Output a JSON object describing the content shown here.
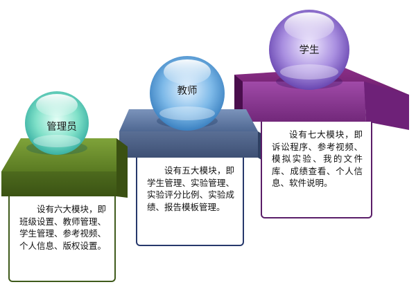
{
  "modules": [
    {
      "role": "管理员",
      "description": "设有六大模块，即班级设置、教师管理、学生管理、参考视频、个人信息、版权设置。"
    },
    {
      "role": "教师",
      "description": "设有五大模块，即学生管理、实验管理、实验评分比例、实验成绩、报告模板管理。"
    },
    {
      "role": "学生",
      "description": "设有七大模块，即诉讼程序、参考视频、模拟实验、我的文件库、成绩查看、个人信息、软件说明。"
    }
  ],
  "colors": {
    "admin_step": "#6b8a2e",
    "teacher_step": "#5c77a3",
    "student_step": "#8a3a9a",
    "admin_sphere": "#53d0c2",
    "teacher_sphere": "#4fa3de",
    "student_sphere": "#8a68d0"
  }
}
